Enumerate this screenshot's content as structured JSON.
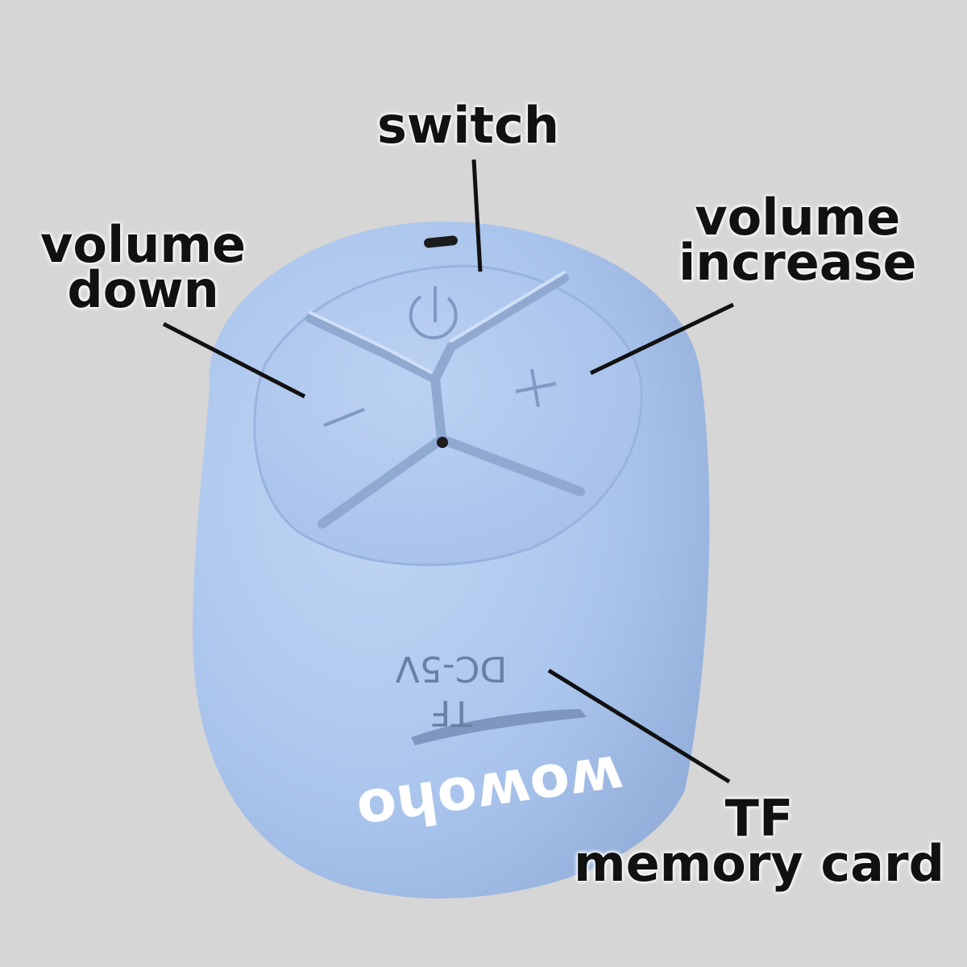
{
  "labels": {
    "switch": "switch",
    "volume_down": [
      "volume",
      "down"
    ],
    "volume_increase": [
      "volume",
      "increase"
    ],
    "tf_card": [
      "TF",
      "memory card"
    ]
  },
  "device": {
    "brand": "wowoho",
    "port_labels": [
      "TF",
      "DC-5V"
    ],
    "button_symbols": [
      "−",
      "+"
    ]
  },
  "colors": {
    "background": "#d6d6d6",
    "body": "#a9c4ec",
    "buttons": "#b4ccf0",
    "groove": "#8fa9d0",
    "brand_text": "#ffffff"
  }
}
